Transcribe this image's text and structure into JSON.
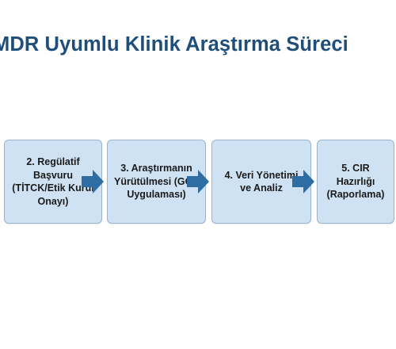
{
  "title": "MDR Uyumlu Klinik Araştırma Süreci",
  "steps": [
    {
      "label": "2. Regülatif Başvuru (TİTCK/Etik Kurul Onayı)"
    },
    {
      "label": "3. Araştırmanın Yürütülmesi (GCP Uygulaması)"
    },
    {
      "label": "4. Veri Yönetimi ve Analiz"
    },
    {
      "label": "5. CIR Hazırlığı (Raporlama)"
    }
  ],
  "colors": {
    "title": "#1f4e79",
    "box_fill": "#cfe2f4",
    "box_border": "#9ab4cc",
    "arrow": "#2e6da4"
  },
  "icons": {
    "connector": "right-arrow-icon"
  }
}
